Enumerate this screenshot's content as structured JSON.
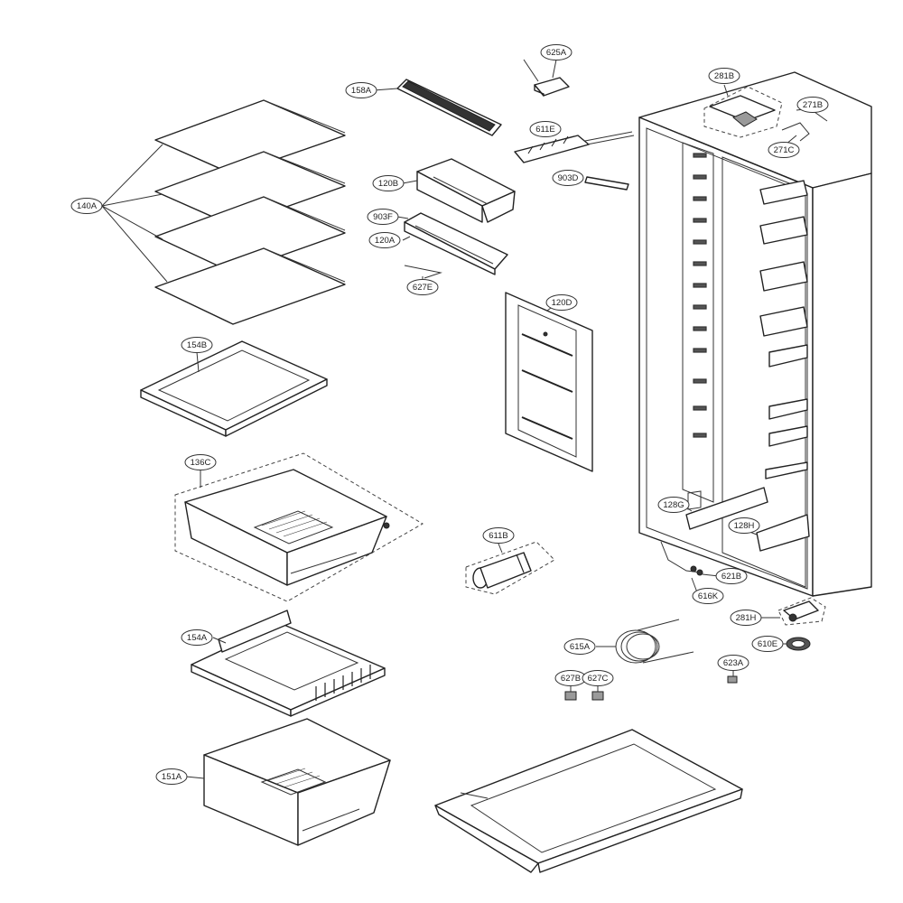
{
  "callouts": {
    "c140A": "140A",
    "c158A": "158A",
    "c625A": "625A",
    "c281B": "281B",
    "c271B": "271B",
    "c271C": "271C",
    "c611E": "611E",
    "c903D": "903D",
    "c120B": "120B",
    "c903F": "903F",
    "c120A": "120A",
    "c627E": "627E",
    "c120D": "120D",
    "c154B": "154B",
    "c136C": "136C",
    "c128G": "128G",
    "c128H": "128H",
    "c611B": "611B",
    "c621B": "621B",
    "c616K": "616K",
    "c281H": "281H",
    "c610E": "610E",
    "c615A": "615A",
    "c623A": "623A",
    "c627B": "627B",
    "c627C": "627C",
    "c154A": "154A",
    "c151A": "151A"
  }
}
